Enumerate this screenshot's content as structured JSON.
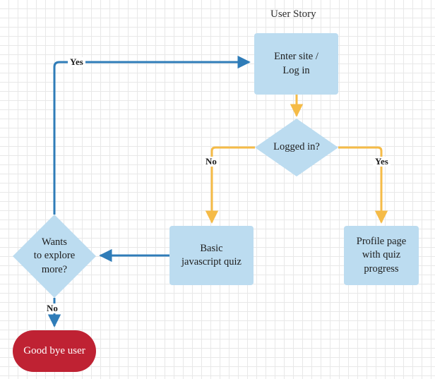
{
  "diagram": {
    "title": "User Story",
    "colors": {
      "node_fill": "#bcdcf0",
      "terminal_fill": "#bf2233",
      "edge_blue": "#2f7cb8",
      "edge_orange": "#f5bb47",
      "grid_minor": "#e8e8e8",
      "grid_major": "#d5d5d5",
      "text": "#1d1d1d"
    },
    "nodes": [
      {
        "id": "enter-site",
        "shape": "rectangle",
        "text": "Enter site /\nLog in",
        "line1": "Enter site /",
        "line2": "Log in"
      },
      {
        "id": "logged-in",
        "shape": "diamond",
        "text": "Logged in?"
      },
      {
        "id": "basic-quiz",
        "shape": "rectangle",
        "text": "Basic\njavascript quiz",
        "line1": "Basic",
        "line2": "javascript quiz"
      },
      {
        "id": "profile-page",
        "shape": "rectangle",
        "text": "Profile page\nwith quiz\nprogress",
        "line1": "Profile page",
        "line2": "with quiz",
        "line3": "progress"
      },
      {
        "id": "wants-explore",
        "shape": "diamond",
        "text": "Wants\nto explore\nmore?",
        "line1": "Wants",
        "line2": "to explore",
        "line3": "more?"
      },
      {
        "id": "good-bye",
        "shape": "pill",
        "text": "Good bye user"
      }
    ],
    "edge_labels": {
      "yes_loop_top": "Yes",
      "logged_in_no": "No",
      "logged_in_yes": "Yes",
      "wants_explore_no": "No"
    }
  }
}
